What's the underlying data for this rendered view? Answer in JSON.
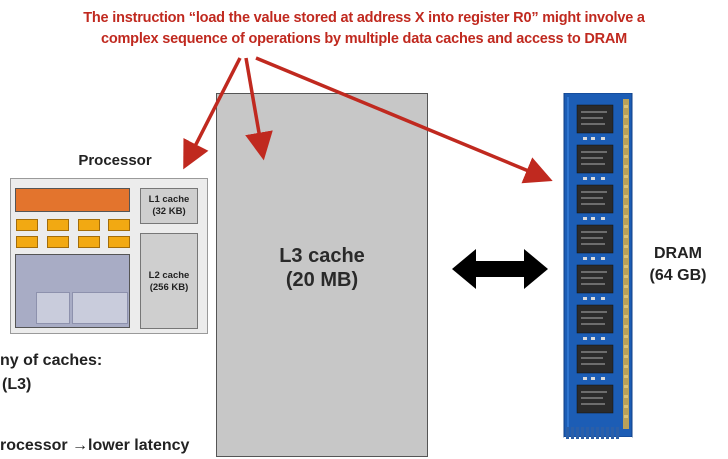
{
  "caption": {
    "line1": "The instruction “load the value stored at address X into register R0” might involve a",
    "line2": "complex sequence of operations by multiple data caches and access to DRAM"
  },
  "processor": {
    "label": "Processor",
    "l1_cache": "L1 cache\n(32 KB)",
    "l2_cache": "L2 cache\n(256 KB)"
  },
  "l3_cache": {
    "label": "L3 cache\n(20 MB)"
  },
  "dram": {
    "label": "DRAM\n(64 GB)"
  },
  "left_notes": {
    "line1": "ny of caches:",
    "line2": "(L3)",
    "line3": "rocessor →lower latency"
  },
  "colors": {
    "caption": "#c0291f",
    "arrow": "#c0291f",
    "core": "#e3742d",
    "cell": "#f2a912",
    "registers": "#a8acc5",
    "l3": "#c7c7c7",
    "dram_pcb": "#1c5db5"
  },
  "icons": {
    "double_arrow": "double-arrow-icon",
    "dram_module": "dram-module-icon"
  }
}
